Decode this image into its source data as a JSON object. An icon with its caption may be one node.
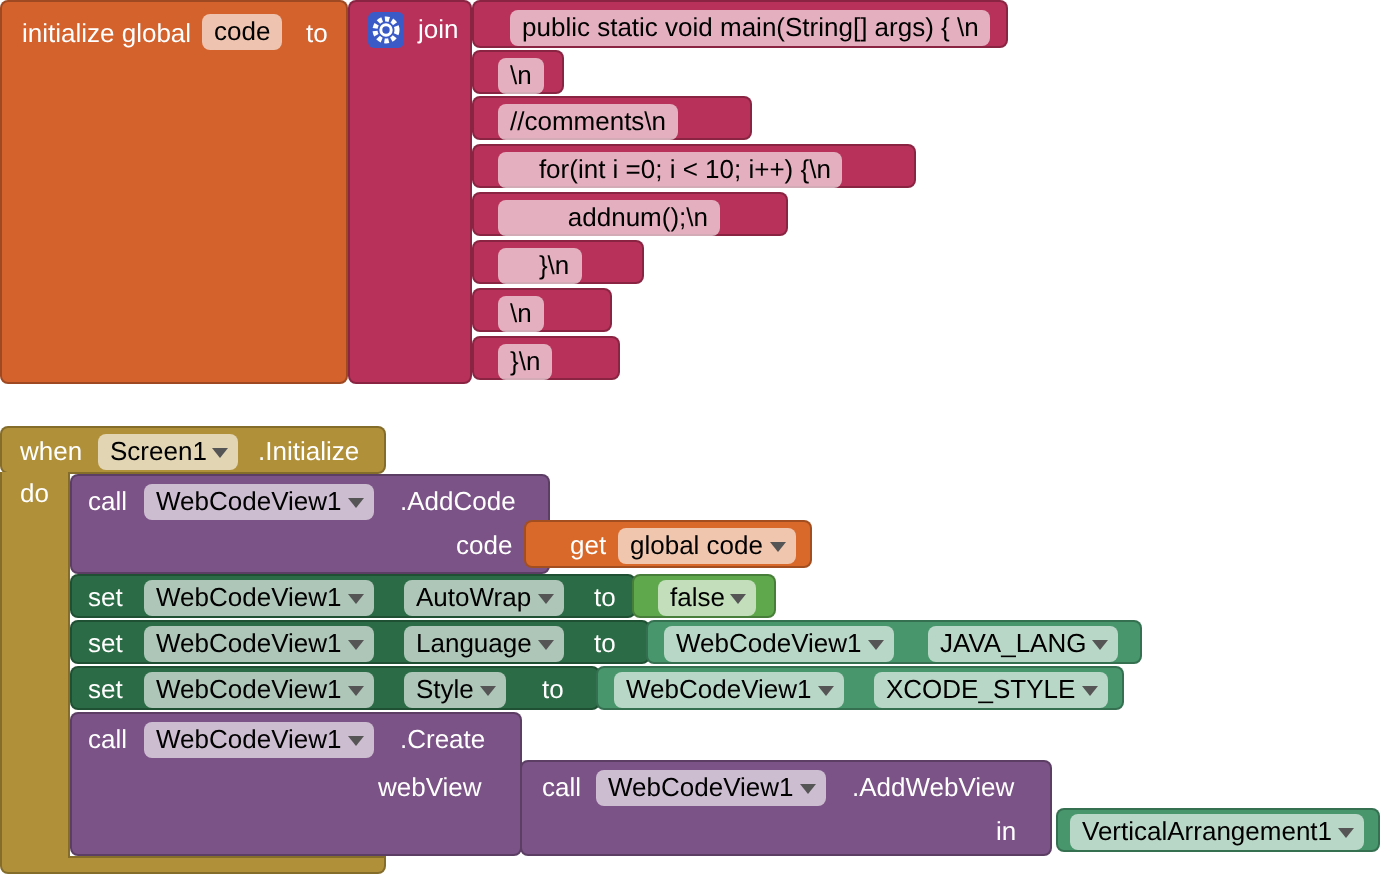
{
  "diagram": {
    "nodes": [
      {
        "text": [
          "initialize global",
          "code",
          "to"
        ]
      },
      {
        "text": [
          "join"
        ]
      },
      {
        "text": [
          "public static void main(String[] args) { \\n"
        ]
      },
      {
        "text": [
          "\\n"
        ]
      },
      {
        "text": [
          "//comments\\n"
        ]
      },
      {
        "text": [
          "    for(int i =0; i < 10; i++) {\\n"
        ]
      },
      {
        "text": [
          "        addnum();\\n"
        ]
      },
      {
        "text": [
          "    }\\n"
        ]
      },
      {
        "text": [
          "\\n"
        ]
      },
      {
        "text": [
          "}\\n"
        ]
      },
      {
        "text": [
          "when",
          "Screen1",
          ".Initialize"
        ]
      },
      {
        "text": [
          "call",
          "WebCodeView1",
          ".AddCode",
          "code"
        ]
      },
      {
        "text": [
          "get",
          "global code"
        ]
      },
      {
        "text": [
          "set",
          "WebCodeView1",
          "AutoWrap",
          "to"
        ]
      },
      {
        "text": [
          "false"
        ]
      },
      {
        "text": [
          "set",
          "WebCodeView1",
          "Language",
          "to"
        ]
      },
      {
        "text": [
          "WebCodeView1",
          "JAVA_LANG"
        ]
      },
      {
        "text": [
          "set",
          "WebCodeView1",
          "Style",
          "to"
        ]
      },
      {
        "text": [
          "WebCodeView1",
          "XCODE_STYLE"
        ]
      },
      {
        "text": [
          "call",
          "WebCodeView1",
          ".Create",
          "webView"
        ]
      },
      {
        "text": [
          "call",
          "WebCodeView1",
          ".AddWebView",
          "in"
        ]
      },
      {
        "text": [
          "VerticalArrangement1"
        ]
      }
    ],
    "labels": [
      "do"
    ]
  }
}
